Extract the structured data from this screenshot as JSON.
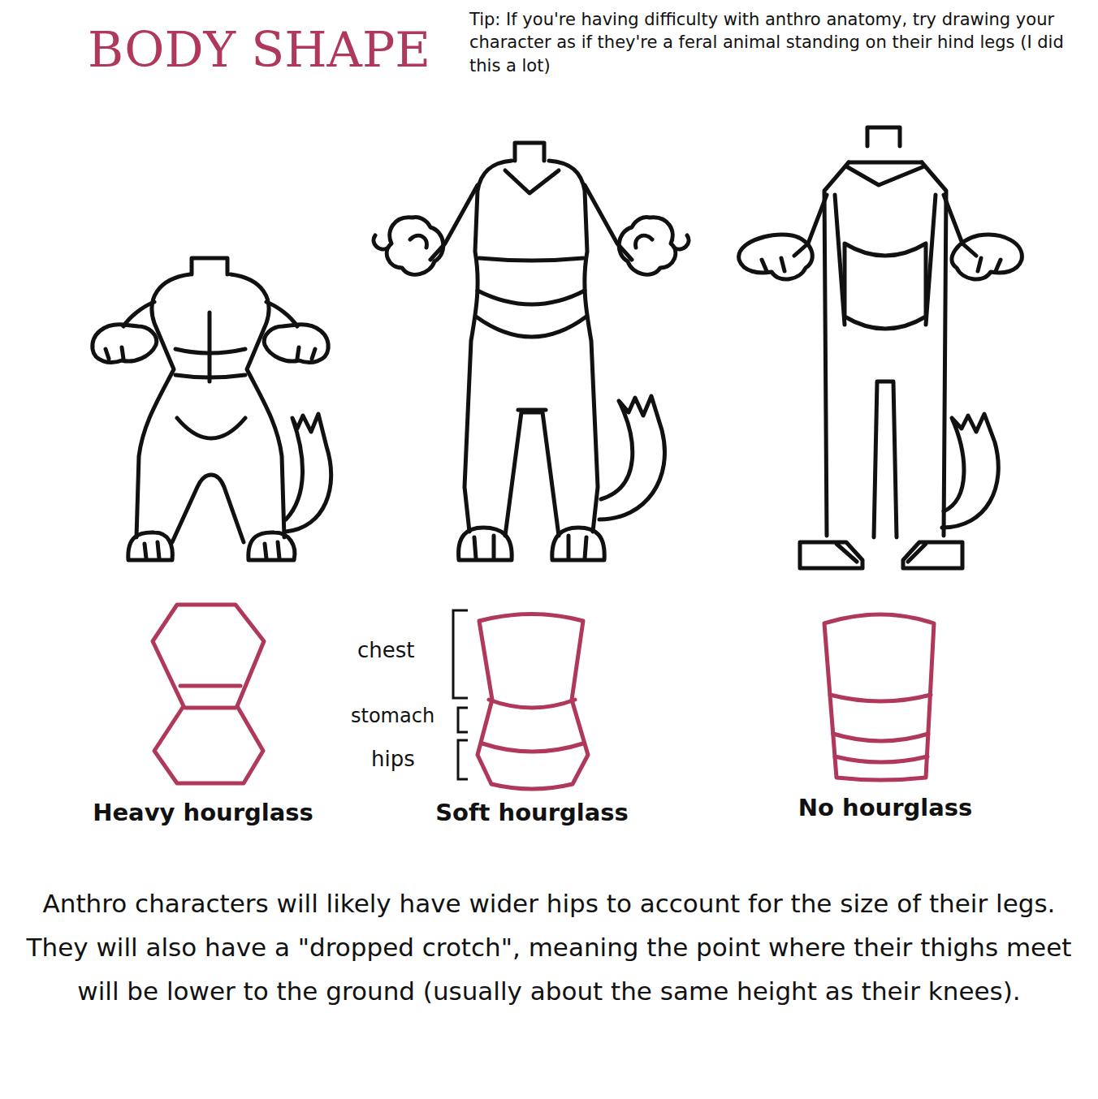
{
  "diagram": {
    "title": "BODY SHAPE",
    "caption": "Anthro characters will likely have wider hips to account for the size of their legs. They will also have a \"dropped crotch\", meaning the point where their thighs meet will be lower to the ground (usually about the same height as their knees).",
    "labels": [
      "Tip: If you're having difficulty with anthro anatomy, try drawing your character as if they're a feral animal standing on their hind legs (I did this a lot)",
      "chest",
      "stomach",
      "hips",
      "Heavy hourglass",
      "Soft hourglass",
      "No hourglass"
    ]
  }
}
